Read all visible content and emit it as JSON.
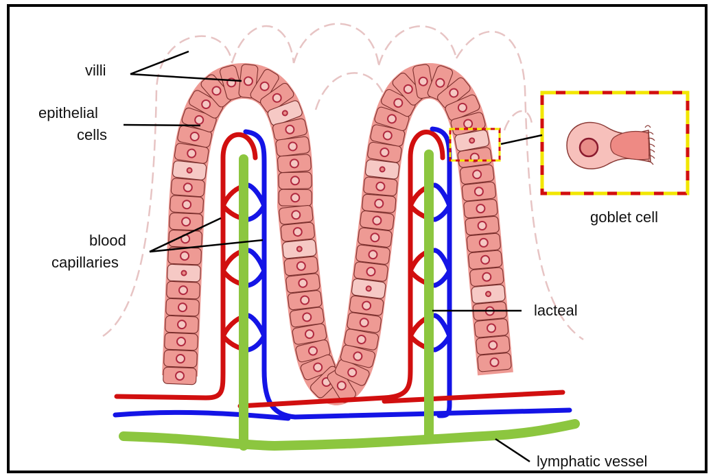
{
  "labels": {
    "villi": "villi",
    "epithelial_line1": "epithelial",
    "epithelial_line2": "cells",
    "blood_line1": "blood",
    "blood_line2": "capillaries",
    "goblet": "goblet cell",
    "lacteal": "lacteal",
    "lymphatic": "lymphatic vessel"
  },
  "colors": {
    "border": "#000000",
    "cell_fill": "#ee9a94",
    "cell_stroke": "#7a2e2c",
    "nucleus": "#b02a40",
    "outline_dash": "#e7c4c4",
    "artery": "#d10f0f",
    "vein": "#1414e6",
    "lacteal": "#8cc63f",
    "goblet_box_red": "#d10f0f",
    "goblet_box_yellow": "#f2e600",
    "leader": "#000000"
  },
  "icons": [
    "goblet-cell-illustration"
  ]
}
